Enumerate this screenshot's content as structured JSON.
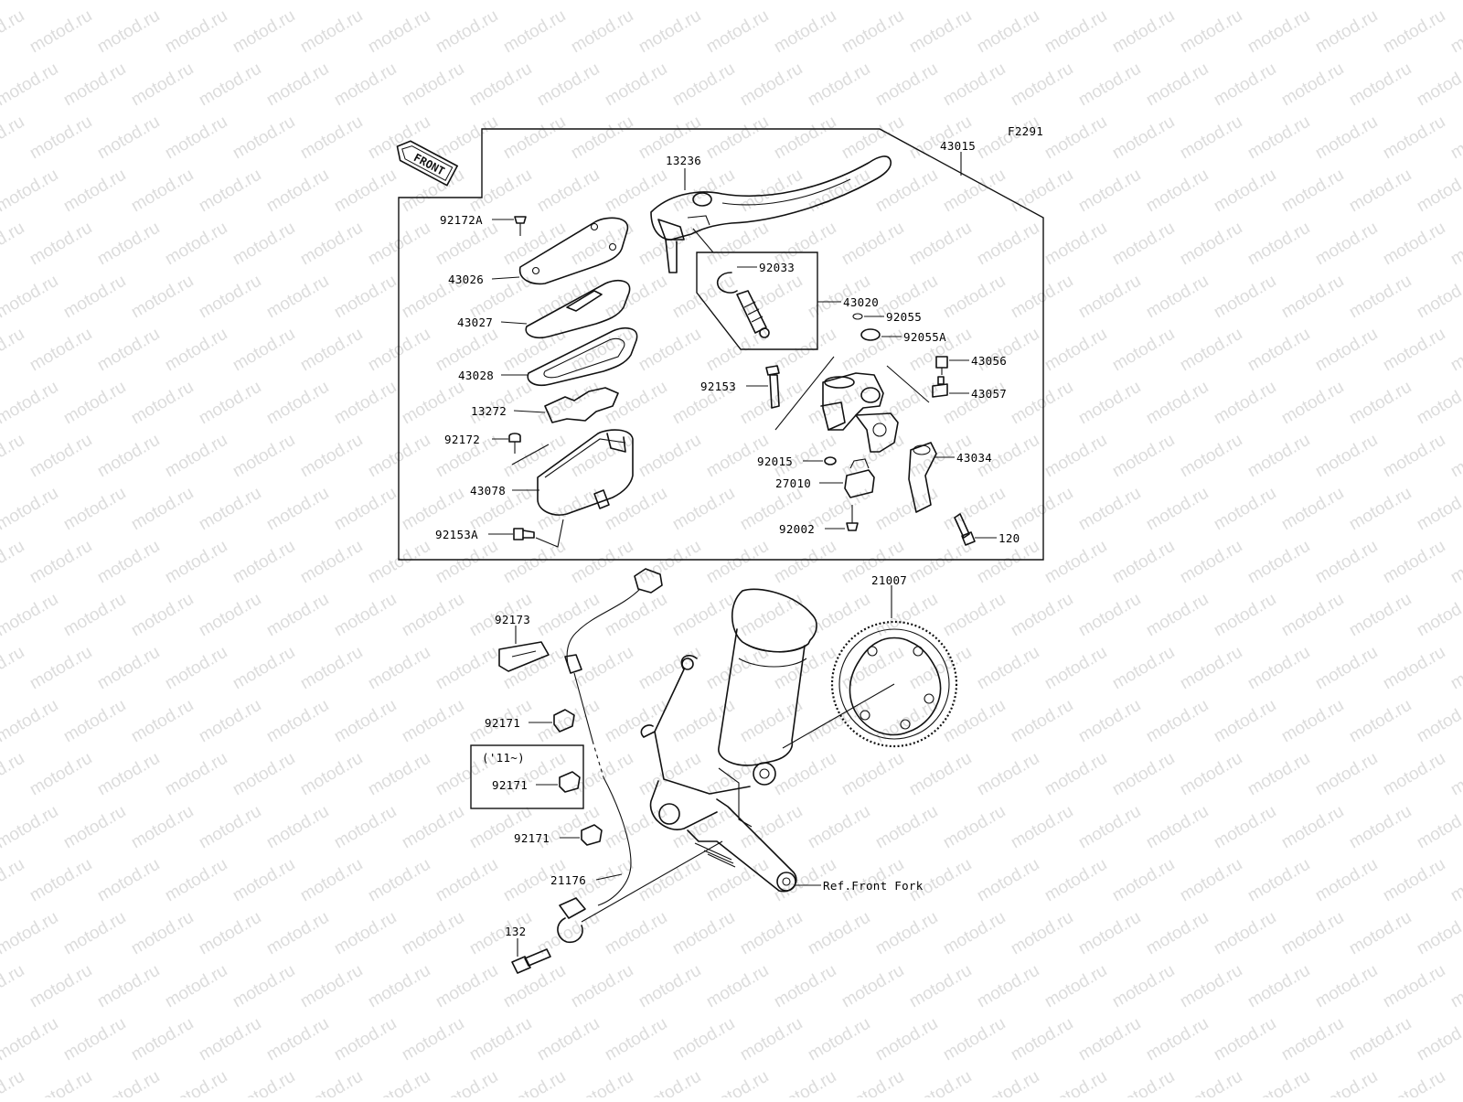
{
  "diagram": {
    "code": "F2291",
    "front_badge": "FRONT",
    "watermark": "motod.ru",
    "inset_label": "('11~)",
    "ref_note": "Ref.Front Fork",
    "labels": {
      "p13236": "13236",
      "p43015": "43015",
      "p92172A": "92172A",
      "p43026": "43026",
      "p43027": "43027",
      "p43028": "43028",
      "p13272": "13272",
      "p92172": "92172",
      "p43078": "43078",
      "p92153A": "92153A",
      "p92033": "92033",
      "p43020": "43020",
      "p92055": "92055",
      "p92055A": "92055A",
      "p43056": "43056",
      "p43057": "43057",
      "p92153": "92153",
      "p92015": "92015",
      "p27010": "27010",
      "p92002": "92002",
      "p43034": "43034",
      "p120": "120",
      "p21007": "21007",
      "p92173": "92173",
      "p92171a": "92171",
      "p92171b": "92171",
      "p92171c": "92171",
      "p21176": "21176",
      "p132": "132"
    }
  }
}
